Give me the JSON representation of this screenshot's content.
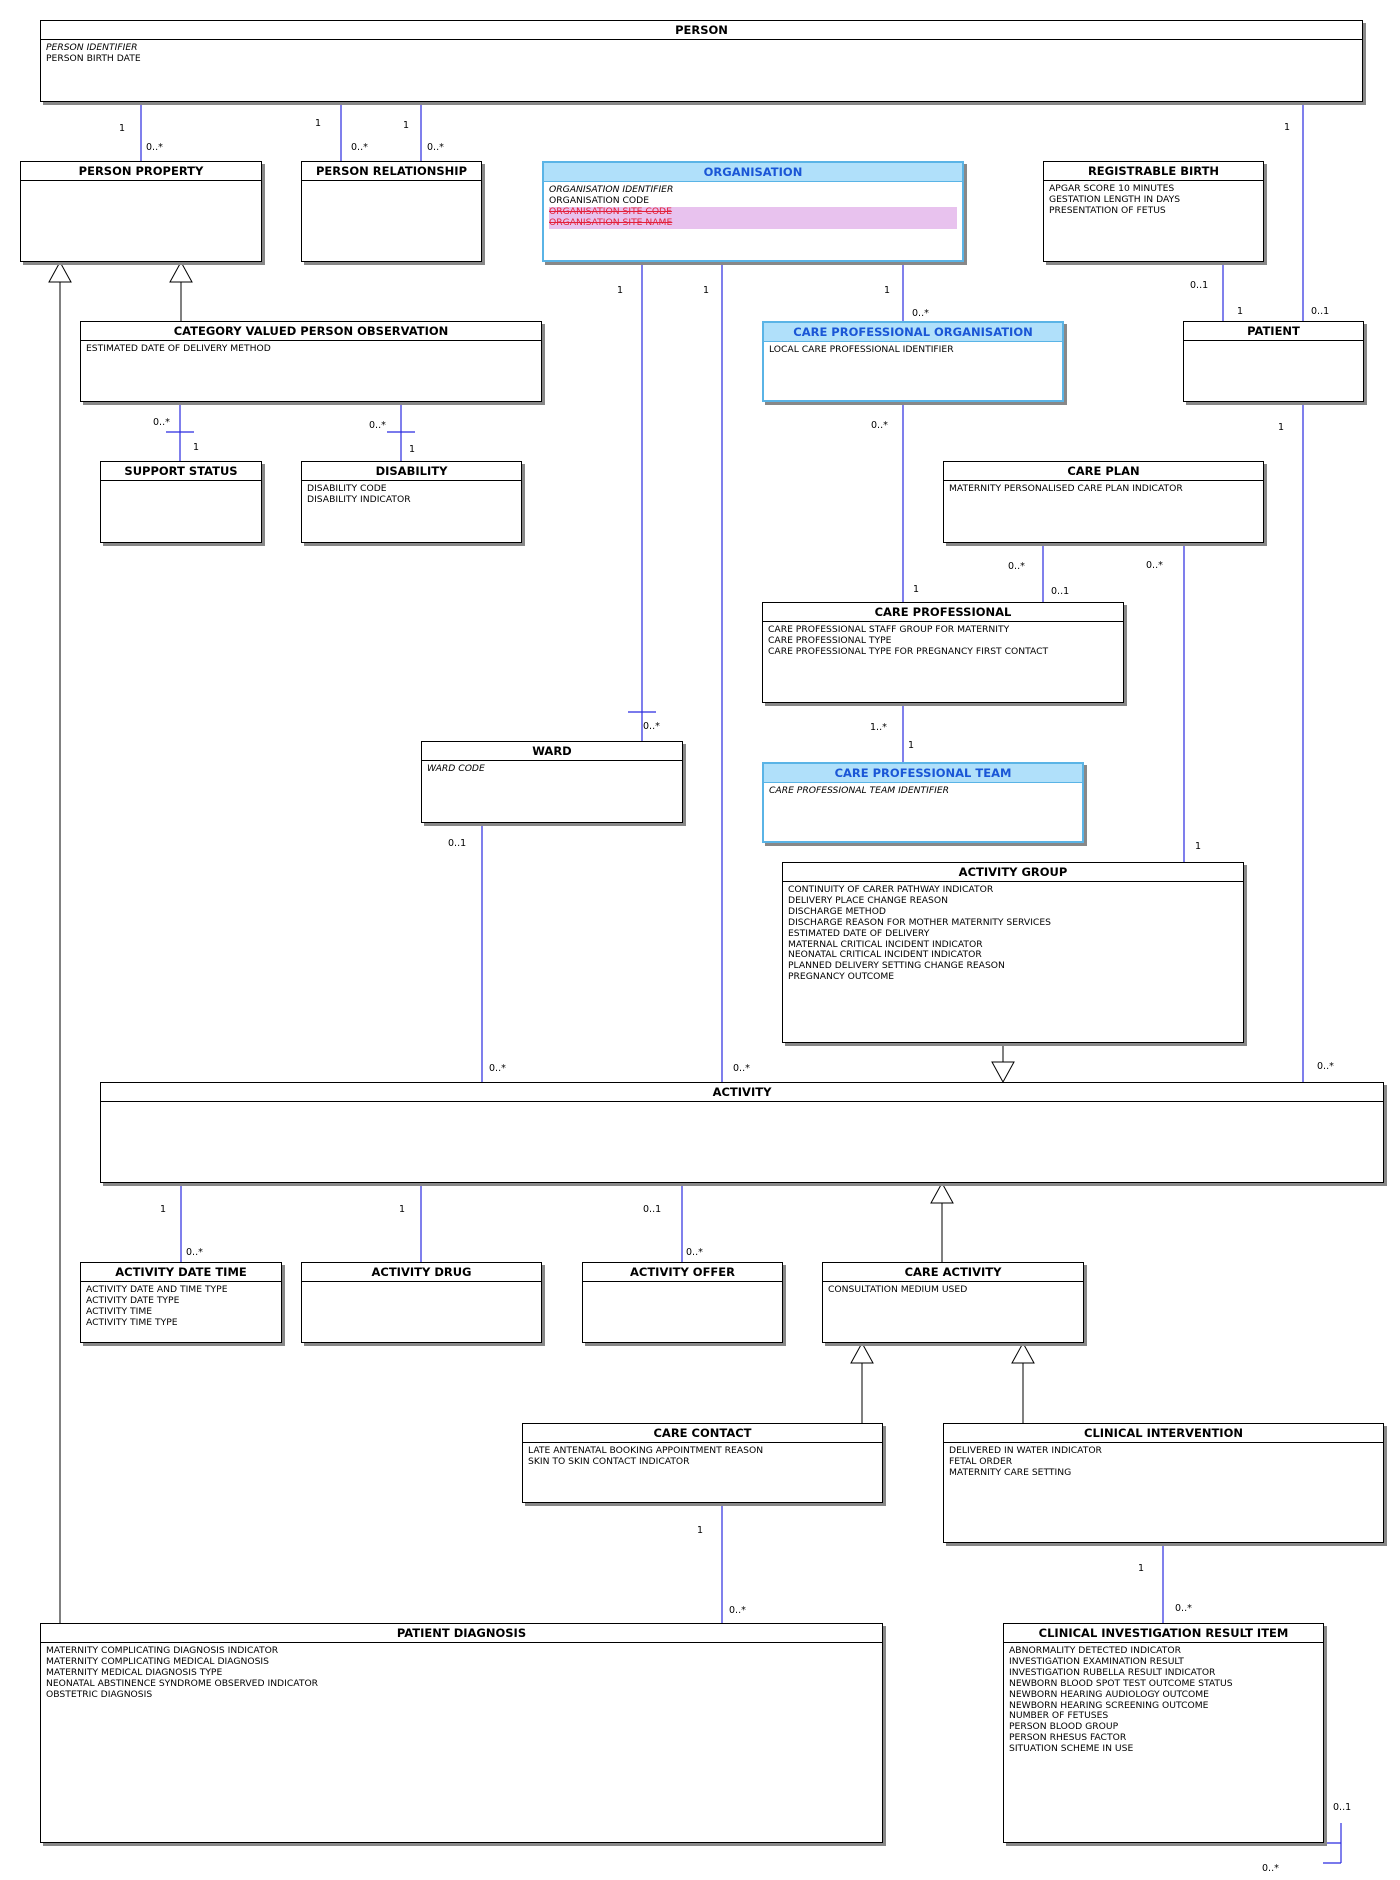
{
  "colors": {
    "association": "#2a2ae0",
    "highlight_header": "#b0e0fa",
    "highlight_text": "#1a56d6",
    "deleted_text": "#e3203a",
    "deleted_bg": "#e8c2ee"
  },
  "entities": {
    "person": {
      "title": "PERSON",
      "attributes": [
        {
          "text": "PERSON IDENTIFIER",
          "style": "italic"
        },
        {
          "text": "PERSON BIRTH DATE",
          "style": "normal"
        }
      ]
    },
    "person_property": {
      "title": "PERSON PROPERTY",
      "attributes": []
    },
    "person_relationship": {
      "title": "PERSON RELATIONSHIP",
      "attributes": []
    },
    "organisation": {
      "title": "ORGANISATION",
      "attributes": [
        {
          "text": "ORGANISATION IDENTIFIER",
          "style": "italic"
        },
        {
          "text": "ORGANISATION CODE",
          "style": "normal"
        },
        {
          "text": "ORGANISATION SITE CODE",
          "style": "deleted"
        },
        {
          "text": "ORGANISATION SITE NAME",
          "style": "deleted"
        }
      ]
    },
    "registrable_birth": {
      "title": "REGISTRABLE BIRTH",
      "attributes": [
        {
          "text": "APGAR SCORE 10 MINUTES",
          "style": "normal"
        },
        {
          "text": "GESTATION LENGTH IN DAYS",
          "style": "normal"
        },
        {
          "text": "PRESENTATION OF FETUS",
          "style": "normal"
        }
      ]
    },
    "category_valued_person_observation": {
      "title": "CATEGORY VALUED PERSON OBSERVATION",
      "attributes": [
        {
          "text": "ESTIMATED DATE OF DELIVERY METHOD",
          "style": "normal"
        }
      ]
    },
    "care_professional_organisation": {
      "title": "CARE PROFESSIONAL ORGANISATION",
      "attributes": [
        {
          "text": "LOCAL CARE PROFESSIONAL IDENTIFIER",
          "style": "normal"
        }
      ]
    },
    "patient": {
      "title": "PATIENT",
      "attributes": []
    },
    "support_status": {
      "title": "SUPPORT STATUS",
      "attributes": []
    },
    "disability": {
      "title": "DISABILITY",
      "attributes": [
        {
          "text": "DISABILITY CODE",
          "style": "normal"
        },
        {
          "text": "DISABILITY INDICATOR",
          "style": "normal"
        }
      ]
    },
    "care_plan": {
      "title": "CARE PLAN",
      "attributes": [
        {
          "text": "MATERNITY PERSONALISED CARE PLAN INDICATOR",
          "style": "normal"
        }
      ]
    },
    "care_professional": {
      "title": "CARE PROFESSIONAL",
      "attributes": [
        {
          "text": "CARE PROFESSIONAL STAFF GROUP FOR MATERNITY",
          "style": "normal"
        },
        {
          "text": "CARE PROFESSIONAL TYPE",
          "style": "normal"
        },
        {
          "text": "CARE PROFESSIONAL TYPE FOR PREGNANCY FIRST CONTACT",
          "style": "normal"
        }
      ]
    },
    "ward": {
      "title": "WARD",
      "attributes": [
        {
          "text": "WARD CODE",
          "style": "italic"
        }
      ]
    },
    "care_professional_team": {
      "title": "CARE PROFESSIONAL TEAM",
      "attributes": [
        {
          "text": "CARE PROFESSIONAL TEAM IDENTIFIER",
          "style": "italic"
        }
      ]
    },
    "activity_group": {
      "title": "ACTIVITY GROUP",
      "attributes": [
        {
          "text": "CONTINUITY OF CARER PATHWAY INDICATOR",
          "style": "normal"
        },
        {
          "text": "DELIVERY PLACE CHANGE REASON",
          "style": "normal"
        },
        {
          "text": "DISCHARGE METHOD",
          "style": "normal"
        },
        {
          "text": "DISCHARGE REASON FOR MOTHER MATERNITY SERVICES",
          "style": "normal"
        },
        {
          "text": "ESTIMATED DATE OF DELIVERY",
          "style": "normal"
        },
        {
          "text": "MATERNAL CRITICAL INCIDENT INDICATOR",
          "style": "normal"
        },
        {
          "text": "NEONATAL CRITICAL INCIDENT INDICATOR",
          "style": "normal"
        },
        {
          "text": "PLANNED DELIVERY SETTING CHANGE REASON",
          "style": "normal"
        },
        {
          "text": "PREGNANCY OUTCOME",
          "style": "normal"
        }
      ]
    },
    "activity": {
      "title": "ACTIVITY",
      "attributes": []
    },
    "activity_date_time": {
      "title": "ACTIVITY DATE TIME",
      "attributes": [
        {
          "text": "ACTIVITY DATE AND TIME TYPE",
          "style": "normal"
        },
        {
          "text": "ACTIVITY DATE TYPE",
          "style": "normal"
        },
        {
          "text": "ACTIVITY TIME",
          "style": "normal"
        },
        {
          "text": "ACTIVITY TIME TYPE",
          "style": "normal"
        }
      ]
    },
    "activity_drug": {
      "title": "ACTIVITY DRUG",
      "attributes": []
    },
    "activity_offer": {
      "title": "ACTIVITY OFFER",
      "attributes": []
    },
    "care_activity": {
      "title": "CARE ACTIVITY",
      "attributes": [
        {
          "text": "CONSULTATION MEDIUM USED",
          "style": "normal"
        }
      ]
    },
    "care_contact": {
      "title": "CARE CONTACT",
      "attributes": [
        {
          "text": "LATE ANTENATAL BOOKING APPOINTMENT REASON",
          "style": "normal"
        },
        {
          "text": "SKIN TO SKIN CONTACT INDICATOR",
          "style": "normal"
        }
      ]
    },
    "clinical_intervention": {
      "title": "CLINICAL INTERVENTION",
      "attributes": [
        {
          "text": "DELIVERED IN WATER INDICATOR",
          "style": "normal"
        },
        {
          "text": "FETAL ORDER",
          "style": "normal"
        },
        {
          "text": "MATERNITY CARE SETTING",
          "style": "normal"
        }
      ]
    },
    "patient_diagnosis": {
      "title": "PATIENT DIAGNOSIS",
      "attributes": [
        {
          "text": "MATERNITY COMPLICATING DIAGNOSIS INDICATOR",
          "style": "normal"
        },
        {
          "text": "MATERNITY COMPLICATING MEDICAL DIAGNOSIS",
          "style": "normal"
        },
        {
          "text": "MATERNITY MEDICAL DIAGNOSIS TYPE",
          "style": "normal"
        },
        {
          "text": "NEONATAL ABSTINENCE SYNDROME OBSERVED INDICATOR",
          "style": "normal"
        },
        {
          "text": "OBSTETRIC DIAGNOSIS",
          "style": "normal"
        }
      ]
    },
    "clinical_investigation_result_item": {
      "title": "CLINICAL INVESTIGATION RESULT ITEM",
      "attributes": [
        {
          "text": "ABNORMALITY DETECTED INDICATOR",
          "style": "normal"
        },
        {
          "text": "INVESTIGATION EXAMINATION RESULT",
          "style": "normal"
        },
        {
          "text": "INVESTIGATION RUBELLA RESULT INDICATOR",
          "style": "normal"
        },
        {
          "text": "NEWBORN BLOOD SPOT TEST OUTCOME STATUS",
          "style": "normal"
        },
        {
          "text": "NEWBORN HEARING AUDIOLOGY OUTCOME",
          "style": "normal"
        },
        {
          "text": "NEWBORN HEARING SCREENING OUTCOME",
          "style": "normal"
        },
        {
          "text": "NUMBER OF FETUSES",
          "style": "normal"
        },
        {
          "text": "PERSON BLOOD GROUP",
          "style": "normal"
        },
        {
          "text": "PERSON RHESUS FACTOR",
          "style": "normal"
        },
        {
          "text": "SITUATION SCHEME IN USE",
          "style": "normal"
        }
      ]
    }
  },
  "multiplicities": {
    "m01": "1",
    "m02": "0..*",
    "m03": "1",
    "m04": "0..*",
    "m05": "1",
    "m06": "0..*",
    "m07": "1",
    "m08": "1",
    "m09": "1",
    "m10": "1",
    "m11": "0..*",
    "m12": "0..1",
    "m13": "1",
    "m14": "0..1",
    "m15": "0..*",
    "m16": "1",
    "m17": "0..*",
    "m18": "1",
    "m19": "0..*",
    "m20": "1",
    "m21": "0..*",
    "m22": "0..1",
    "m23": "0..*",
    "m24": "1",
    "m25": "1..*",
    "m26": "1",
    "m27": "0..*",
    "m28": "0..1",
    "m29": "1",
    "m30": "0..*",
    "m31": "0..*",
    "m32": "0..*",
    "m33": "1",
    "m34": "0..*",
    "m35": "1",
    "m36": "0..1",
    "m37": "0..*",
    "m38": "1",
    "m39": "0..*",
    "m40": "1",
    "m41": "0..*",
    "m42": "0..1",
    "m43": "0..*"
  }
}
